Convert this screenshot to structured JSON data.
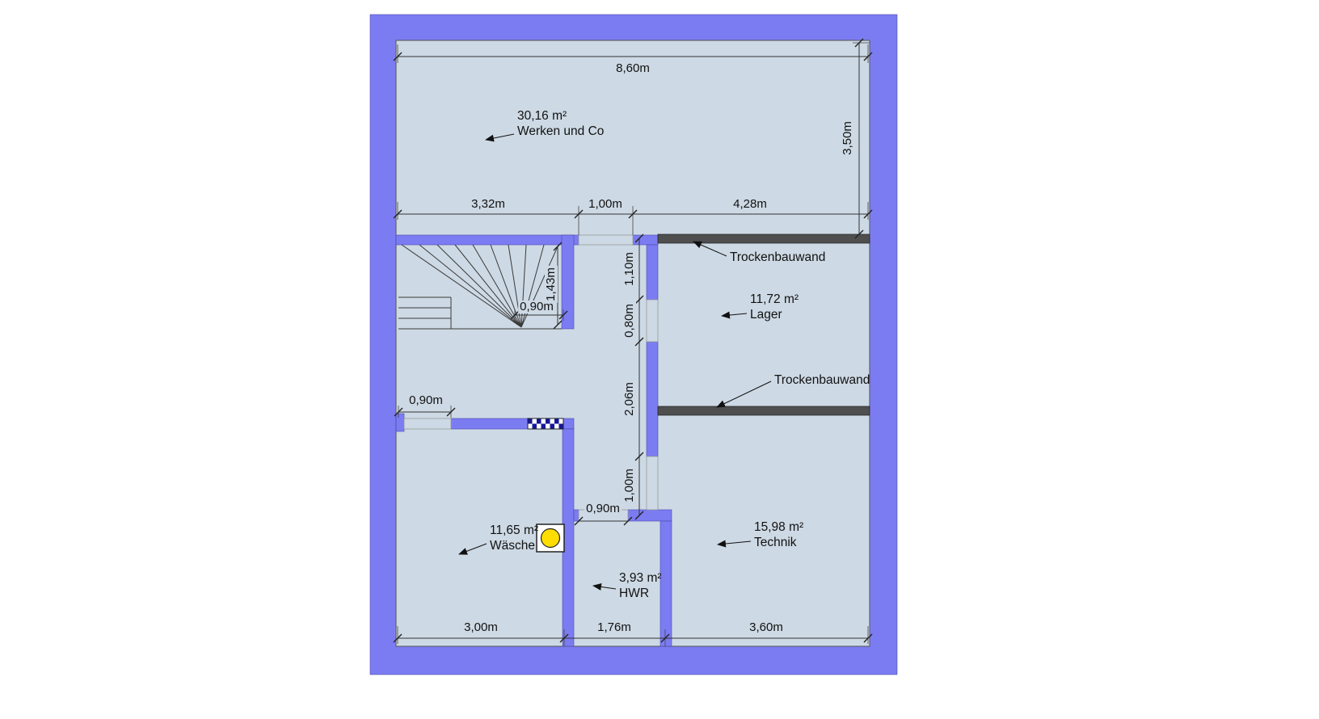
{
  "floorplan": {
    "rooms": [
      {
        "id": "werken",
        "area": "30,16 m²",
        "name": "Werken und Co"
      },
      {
        "id": "lager",
        "area": "11,72 m²",
        "name": "Lager"
      },
      {
        "id": "technik",
        "area": "15,98 m²",
        "name": "Technik"
      },
      {
        "id": "waesche",
        "area": "11,65 m²",
        "name": "Wäsche"
      },
      {
        "id": "hwr",
        "area": "3,93 m²",
        "name": "HWR"
      }
    ],
    "wall_labels": [
      {
        "text": "Trockenbauwand"
      },
      {
        "text": "Trockenbauwand"
      }
    ],
    "dimensions": {
      "total_width": "8,60m",
      "upper_room_height": "3,50m",
      "mid_left": "3,32m",
      "mid_opening": "1,00m",
      "mid_right": "4,28m",
      "corridor_top": "1,10m",
      "corridor_door": "0,80m",
      "corridor_mid": "2,06m",
      "corridor_bottom": "1,00m",
      "stair_length": "1,43m",
      "stair_width": "0,90m",
      "waesche_opening": "0,90m",
      "hwr_door": "0,90m",
      "bottom_left": "3,00m",
      "bottom_mid": "1,76m",
      "bottom_right": "3,60m"
    },
    "colors": {
      "wall": "#7c7cf2",
      "floor": "#cdd9e4",
      "drywall": "#4f4f4f",
      "machine_accent": "#ffdd00",
      "glass_block": "#16169a"
    }
  }
}
